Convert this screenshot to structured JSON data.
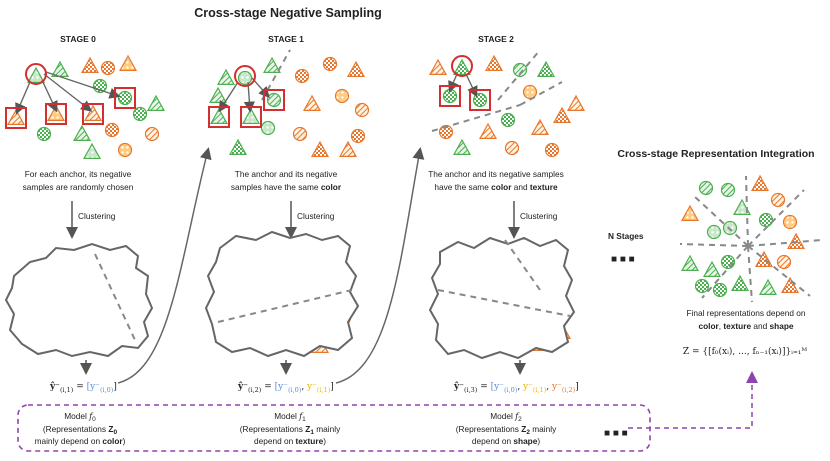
{
  "title": "Cross-stage Negative Sampling",
  "stages": [
    {
      "label": "STAGE 0",
      "desc_line1": "For each anchor, its negative",
      "desc_line2": "samples are randomly chosen",
      "clustering": "Clustering",
      "formula_lhs": "ŷ⁻",
      "formula_lhs_sub": "(i,1)",
      "formula_rhs": "[y⁻",
      "formula_rhs_sub": "(i,0)",
      "model_prefix": "Model ",
      "model_f": "f",
      "model_sub": "0",
      "model_desc1_pre": "(Representations ",
      "model_desc1_z": "Z",
      "model_desc1_sub": "0",
      "model_desc2_pre": "mainly depend on ",
      "model_desc2_key": "color",
      "model_desc2_post": ")"
    },
    {
      "label": "STAGE 1",
      "desc_line1": "The anchor and its negative",
      "desc_line2_pre": "samples have the same ",
      "desc_line2_key": "color",
      "clustering": "Clustering",
      "formula_lhs": "ŷ⁻",
      "formula_lhs_sub": "(i,2)",
      "formula_rhs_a": "[y⁻",
      "formula_rhs_a_sub": "(i,0)",
      "formula_rhs_b": "y⁻",
      "formula_rhs_b_sub": "(i,1)",
      "model_prefix": "Model ",
      "model_f": "f",
      "model_sub": "1",
      "model_desc1_pre": "(Representations ",
      "model_desc1_z": "Z",
      "model_desc1_sub": "1",
      "model_desc1_post": " mainly",
      "model_desc2_pre": "depend on ",
      "model_desc2_key": "texture",
      "model_desc2_post": ")"
    },
    {
      "label": "STAGE 2",
      "desc_line1": "The anchor and its negative samples",
      "desc_line2_pre": "have the same ",
      "desc_line2_key1": "color",
      "desc_line2_mid": " and ",
      "desc_line2_key2": "texture",
      "clustering": "Clustering",
      "formula_lhs": "ŷ⁻",
      "formula_lhs_sub": "(i,3)",
      "formula_rhs_a": "[y⁻",
      "formula_rhs_a_sub": "(i,0)",
      "formula_rhs_b": "y⁻",
      "formula_rhs_b_sub": "(i,1)",
      "formula_rhs_c": "y⁻",
      "formula_rhs_c_sub": "(i,2)",
      "model_prefix": "Model ",
      "model_f": "f",
      "model_sub": "2",
      "model_desc1_pre": "(Representations ",
      "model_desc1_z": "Z",
      "model_desc1_sub": "2",
      "model_desc1_post": " mainly",
      "model_desc2_pre": "depend on ",
      "model_desc2_key": "shape",
      "model_desc2_post": ")"
    }
  ],
  "n_stages": "N Stages",
  "ellipsis": "■ ■ ■",
  "integration": {
    "title": "Cross-stage Representation Integration",
    "final_line1": "Final representations depend on",
    "final_key1": "color",
    "final_mid1": ", ",
    "final_key2": "texture",
    "final_mid2": " and ",
    "final_key3": "shape",
    "formula": "Z = {[f₀(xᵢ), ..., fₙ₋₁(xᵢ)]}ᵢ₌₁ᴹ"
  },
  "colors": {
    "green": "#4caf50",
    "orange": "#e8772e",
    "red_box": "#d32f2f",
    "blue_label": "#5b8fd6",
    "yellow_label": "#e6b800",
    "dashed_purple": "#8e44ad"
  },
  "icons": [
    "triangle-shape",
    "circle-shape",
    "stripe-texture",
    "checker-texture",
    "dot-texture"
  ]
}
